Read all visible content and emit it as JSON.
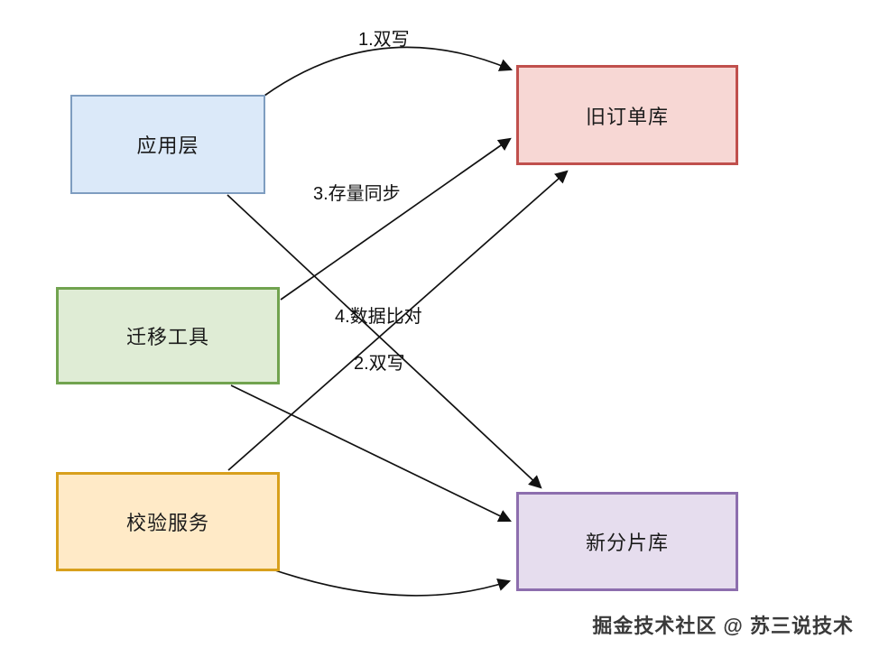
{
  "diagram": {
    "title": "",
    "nodes": {
      "app_layer": {
        "label": "应用层",
        "fill": "#dbe9f9",
        "border": "#7e9dc0"
      },
      "migration_tool": {
        "label": "迁移工具",
        "fill": "#dfecd5",
        "border": "#71a34f"
      },
      "validation_service": {
        "label": "校验服务",
        "fill": "#ffeac7",
        "border": "#d8a01d"
      },
      "old_order_db": {
        "label": "旧订单库",
        "fill": "#f7d7d4",
        "border": "#c0504d"
      },
      "new_shard_db": {
        "label": "新分片库",
        "fill": "#e6ddee",
        "border": "#8d6eae"
      }
    },
    "edge_labels": {
      "dual_write_old": "1.双写",
      "dual_write_new": "2.双写",
      "stock_sync": "3.存量同步",
      "data_compare": "4.数据比对"
    },
    "edges": [
      {
        "from": "应用层",
        "to": "旧订单库",
        "label": "1.双写"
      },
      {
        "from": "应用层",
        "to": "新分片库",
        "label": "2.双写"
      },
      {
        "from": "迁移工具",
        "to": "旧订单库",
        "label": "3.存量同步"
      },
      {
        "from": "迁移工具",
        "to": "新分片库",
        "label": ""
      },
      {
        "from": "校验服务",
        "to": "旧订单库",
        "label": "4.数据比对"
      },
      {
        "from": "校验服务",
        "to": "新分片库",
        "label": "4.数据比对"
      }
    ]
  },
  "watermark": "掘金技术社区 @ 苏三说技术"
}
